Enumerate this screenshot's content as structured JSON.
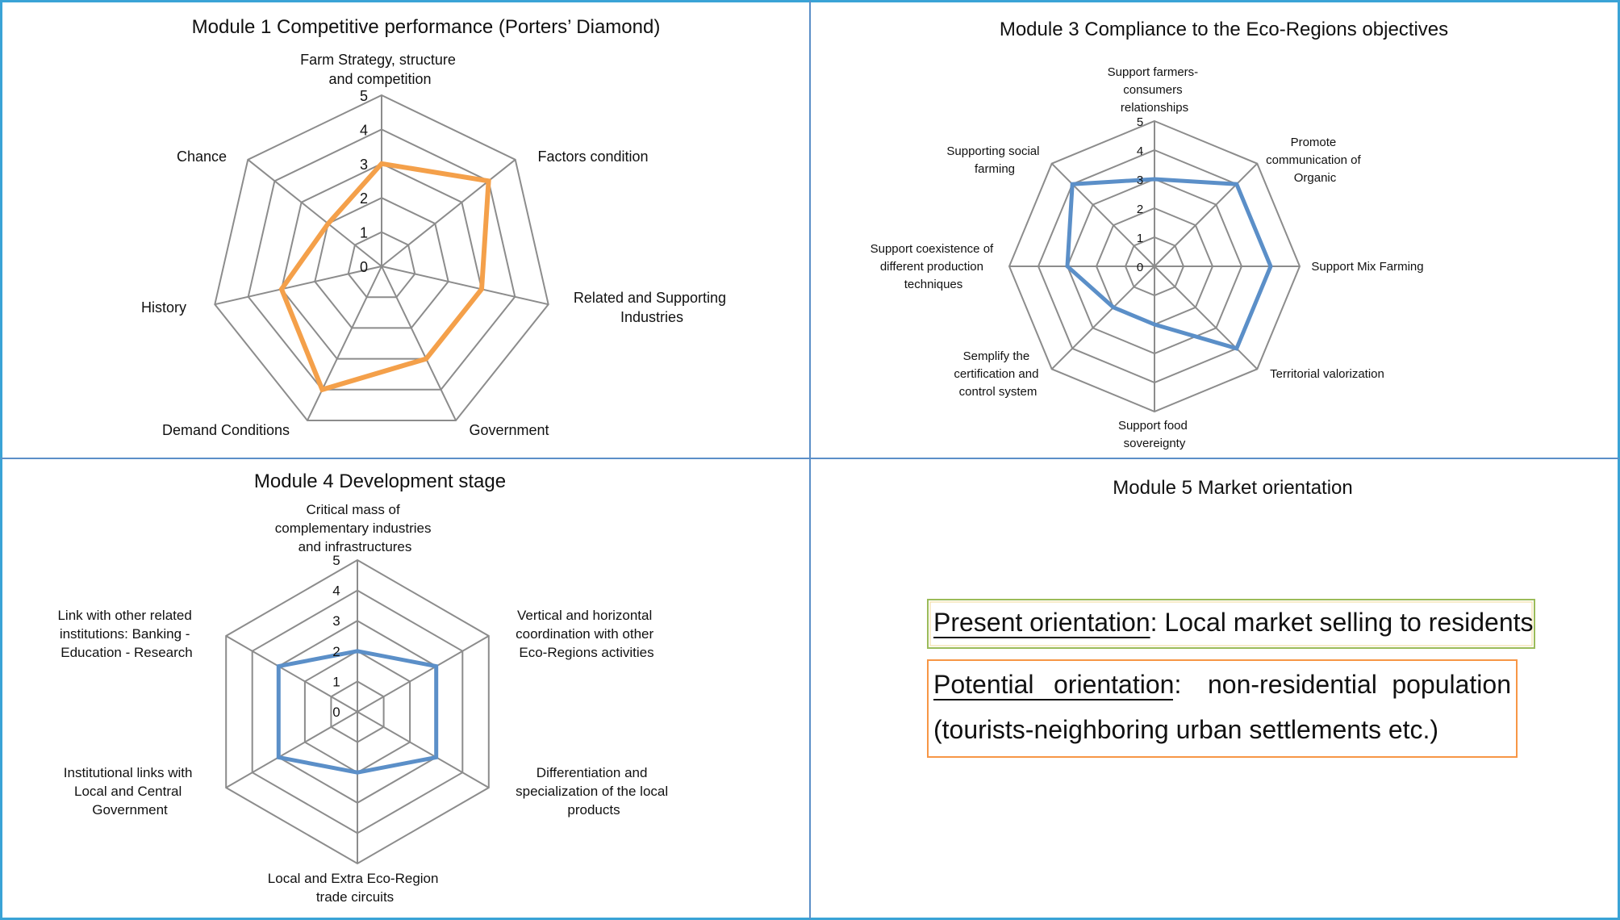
{
  "colors": {
    "frame": "#3aa3d6",
    "grid": "#8c8c8c",
    "orange": "#f4a04a",
    "blue": "#5b8fc8",
    "green_box": "#9bbb59",
    "orange_box": "#f79646"
  },
  "chart_data": [
    {
      "id": "module1",
      "type": "radar",
      "title": "Module 1 Competitive performance  (Porters’ Diamond)",
      "axes": [
        "Farm Strategy, structure and competition",
        "Factors condition",
        "Related and Supporting Industries",
        "Government",
        "Demand Conditions",
        "History",
        "Chance"
      ],
      "ticks": [
        "0",
        "1",
        "2",
        "3",
        "4",
        "5"
      ],
      "rmax": 5,
      "series": [
        {
          "color": "orange",
          "values": [
            3,
            4,
            3,
            3,
            4,
            3,
            2
          ]
        }
      ]
    },
    {
      "id": "module3",
      "type": "radar",
      "title": "Module 3 Compliance to the Eco-Regions objectives",
      "axes": [
        "Support farmers-consumers relationships",
        "Promote communication of Organic",
        "Support Mix Farming",
        "Territorial valorization",
        "Support food sovereignty",
        "Semplify the certification and control system",
        "Support coexistence of different production techniques",
        "Supporting social farming"
      ],
      "ticks": [
        "0",
        "1",
        "2",
        "3",
        "4",
        "5"
      ],
      "rmax": 5,
      "series": [
        {
          "color": "blue",
          "values": [
            3,
            4,
            4,
            4,
            2,
            2,
            3,
            4
          ]
        }
      ]
    },
    {
      "id": "module4",
      "type": "radar",
      "title": "Module 4 Development stage",
      "axes": [
        "Critical mass of complementary  industries and infrastructures",
        "Vertical and horizontal coordination with other Eco-Regions activities",
        "Differentiation and specialization of  the local products",
        "Local and Extra Eco-Region trade circuits",
        "Institutional links with Local and Central Government",
        "Link with other related institutions: Banking - Education - Research"
      ],
      "ticks": [
        "0",
        "1",
        "2",
        "3",
        "4",
        "5"
      ],
      "rmax": 5,
      "series": [
        {
          "color": "blue",
          "values": [
            2,
            3,
            3,
            2,
            3,
            3
          ]
        }
      ]
    }
  ],
  "module5": {
    "title": "Module 5 Market orientation",
    "present_label": "Present orientation",
    "present_text": ": Local market selling to residents",
    "potential_label": "Potential",
    "potential_label2": "orientation",
    "potential_line1_rest": ":",
    "potential_word3": "non-residential",
    "potential_word4": "population",
    "potential_line2": "(tourists-neighboring urban settlements etc.)"
  }
}
